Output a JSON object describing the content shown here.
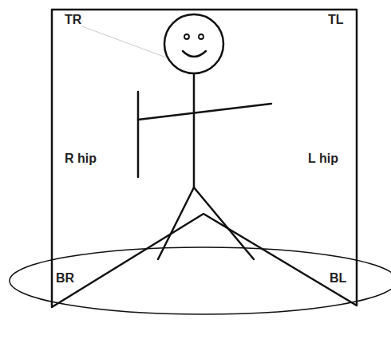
{
  "diagram": {
    "labels": [
      "TR",
      "TL",
      "R hip",
      "L hip",
      "BR",
      "BL"
    ]
  }
}
